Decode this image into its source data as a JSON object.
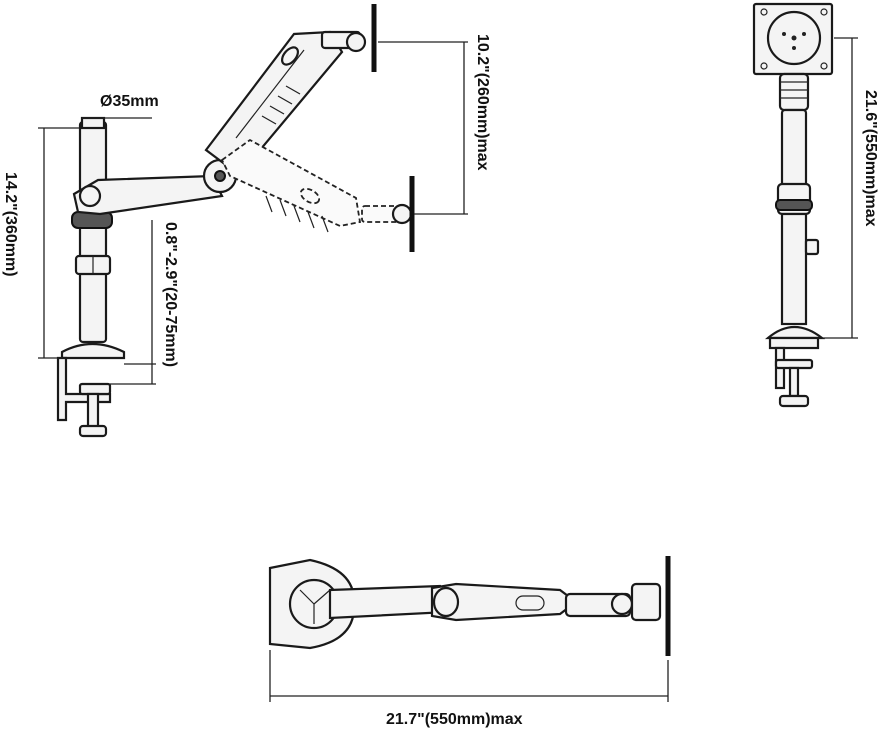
{
  "labels": {
    "pole_diameter": "Ø35mm",
    "pole_height": "14.2\"(360mm)",
    "desk_thickness": "0.8\"-2.9\"(20-75mm)",
    "arm_vertical_travel": "10.2\"(260mm)max",
    "total_height": "21.6\"(550mm)max",
    "arm_reach": "21.7\"(550mm)max"
  }
}
